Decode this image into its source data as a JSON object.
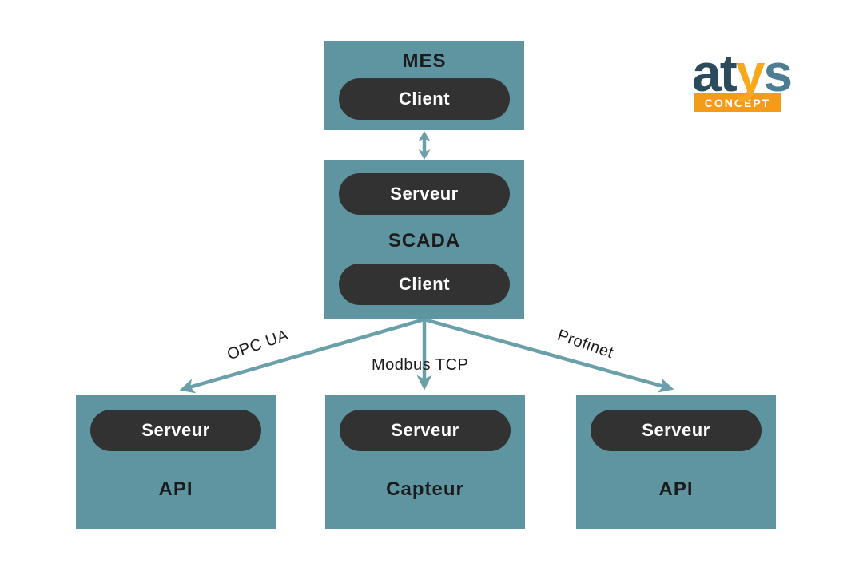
{
  "colors": {
    "page_bg": "#ffffff",
    "box_teal": "#5E95A0",
    "pill_dark": "#323232",
    "pill_text": "#ffffff",
    "arrow_teal": "#6BA0AA",
    "text_dark": "#1B1B1B",
    "logo_dark": "#2B4B5C",
    "logo_orange": "#F7A81D",
    "logo_teal": "#4C7D92",
    "concept_bg": "#F49C1A"
  },
  "nodes": {
    "mes": {
      "title": "MES",
      "pill": "Client"
    },
    "scada": {
      "title": "SCADA",
      "pill_top": "Serveur",
      "pill_bottom": "Client"
    },
    "api_left": {
      "title": "API",
      "pill": "Serveur"
    },
    "capteur": {
      "title": "Capteur",
      "pill": "Serveur"
    },
    "api_right": {
      "title": "API",
      "pill": "Serveur"
    }
  },
  "edges": {
    "opc_ua": {
      "label": "OPC UA"
    },
    "modbus": {
      "label": "Modbus TCP"
    },
    "profinet": {
      "label": "Profinet"
    }
  },
  "logo": {
    "part_at": "at",
    "part_y": "y",
    "part_s": "s",
    "subtext": "CONCEPT"
  }
}
